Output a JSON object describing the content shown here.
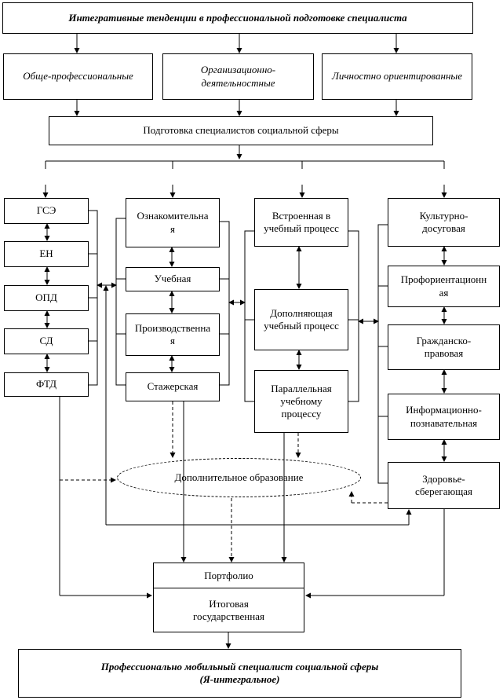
{
  "title": "Интегративные тенденции в профессиональной подготовке специалиста",
  "tendencies": [
    "Обще-профессиональные",
    "Организационно-деятельностные",
    "Личностно ориентированные"
  ],
  "training": "Подготовка специалистов социальной сферы",
  "col1": [
    "ГСЭ",
    "ЕН",
    "ОПД",
    "СД",
    "ФТД"
  ],
  "col2": [
    "Ознакомительная",
    "Учебная",
    "Производственная",
    "Стажерская"
  ],
  "col3": [
    "Встроенная в учебный процесс",
    "Дополняющая учебный процесс",
    "Параллельная учебному процессу"
  ],
  "col4": [
    "Культурно-досуговая",
    "Профориентационная",
    "Гражданско-правовая",
    "Информационно-познавательная",
    "Здоровье-сберегающая"
  ],
  "extra": "Дополнительное образование",
  "portfolio": "Портфолио",
  "final_exam": "Итоговая государственная",
  "result_line1": "Профессионально мобильный специалист социальной сферы",
  "result_line2": "(Я-интегральное)"
}
